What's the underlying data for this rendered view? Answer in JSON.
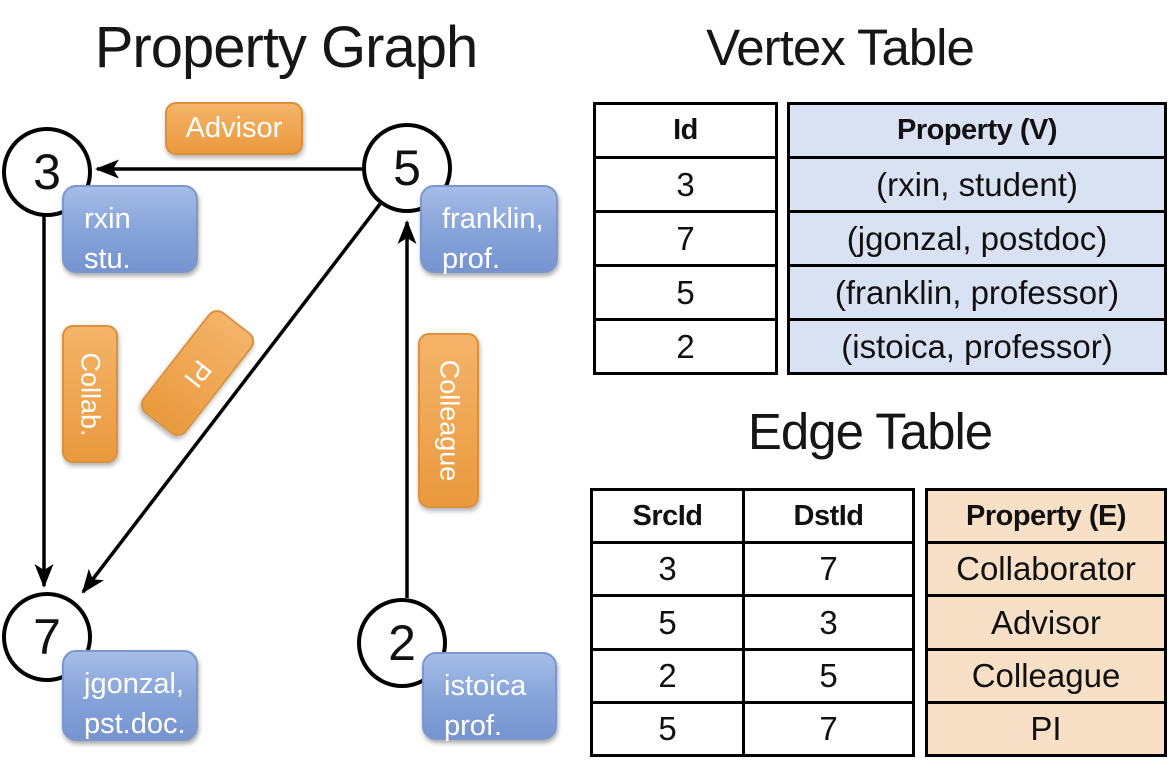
{
  "graph": {
    "title": "Property Graph",
    "vertices": [
      {
        "id": "3",
        "label_line1": "rxin",
        "label_line2": "stu."
      },
      {
        "id": "5",
        "label_line1": "franklin,",
        "label_line2": "prof."
      },
      {
        "id": "7",
        "label_line1": "jgonzal,",
        "label_line2": "pst.doc."
      },
      {
        "id": "2",
        "label_line1": "istoica",
        "label_line2": "prof."
      }
    ],
    "edge_labels": {
      "advisor": "Advisor",
      "collab": "Collab.",
      "pi": "PI",
      "colleague": "Colleague"
    },
    "edges": [
      {
        "src": "5",
        "dst": "3",
        "label": "Advisor"
      },
      {
        "src": "3",
        "dst": "7",
        "label": "Collab."
      },
      {
        "src": "5",
        "dst": "7",
        "label": "PI"
      },
      {
        "src": "2",
        "dst": "5",
        "label": "Colleague"
      }
    ]
  },
  "vertex_table": {
    "title": "Vertex Table",
    "columns": {
      "id": "Id",
      "property": "Property (V)"
    },
    "rows": [
      {
        "id": "3",
        "property": "(rxin, student)"
      },
      {
        "id": "7",
        "property": "(jgonzal, postdoc)"
      },
      {
        "id": "5",
        "property": "(franklin, professor)"
      },
      {
        "id": "2",
        "property": "(istoica, professor)"
      }
    ]
  },
  "edge_table": {
    "title": "Edge Table",
    "columns": {
      "src": "SrcId",
      "dst": "DstId",
      "property": "Property (E)"
    },
    "rows": [
      {
        "src": "3",
        "dst": "7",
        "property": "Collaborator"
      },
      {
        "src": "5",
        "dst": "3",
        "property": "Advisor"
      },
      {
        "src": "2",
        "dst": "5",
        "property": "Colleague"
      },
      {
        "src": "5",
        "dst": "7",
        "property": "PI"
      }
    ]
  },
  "colors": {
    "edge_label_orange": "#EFA551",
    "node_label_blue": "#8AA7DB",
    "vertex_table_fill": "#D9E2F3",
    "edge_table_fill": "#F7E0C5",
    "line_black": "#000000"
  }
}
